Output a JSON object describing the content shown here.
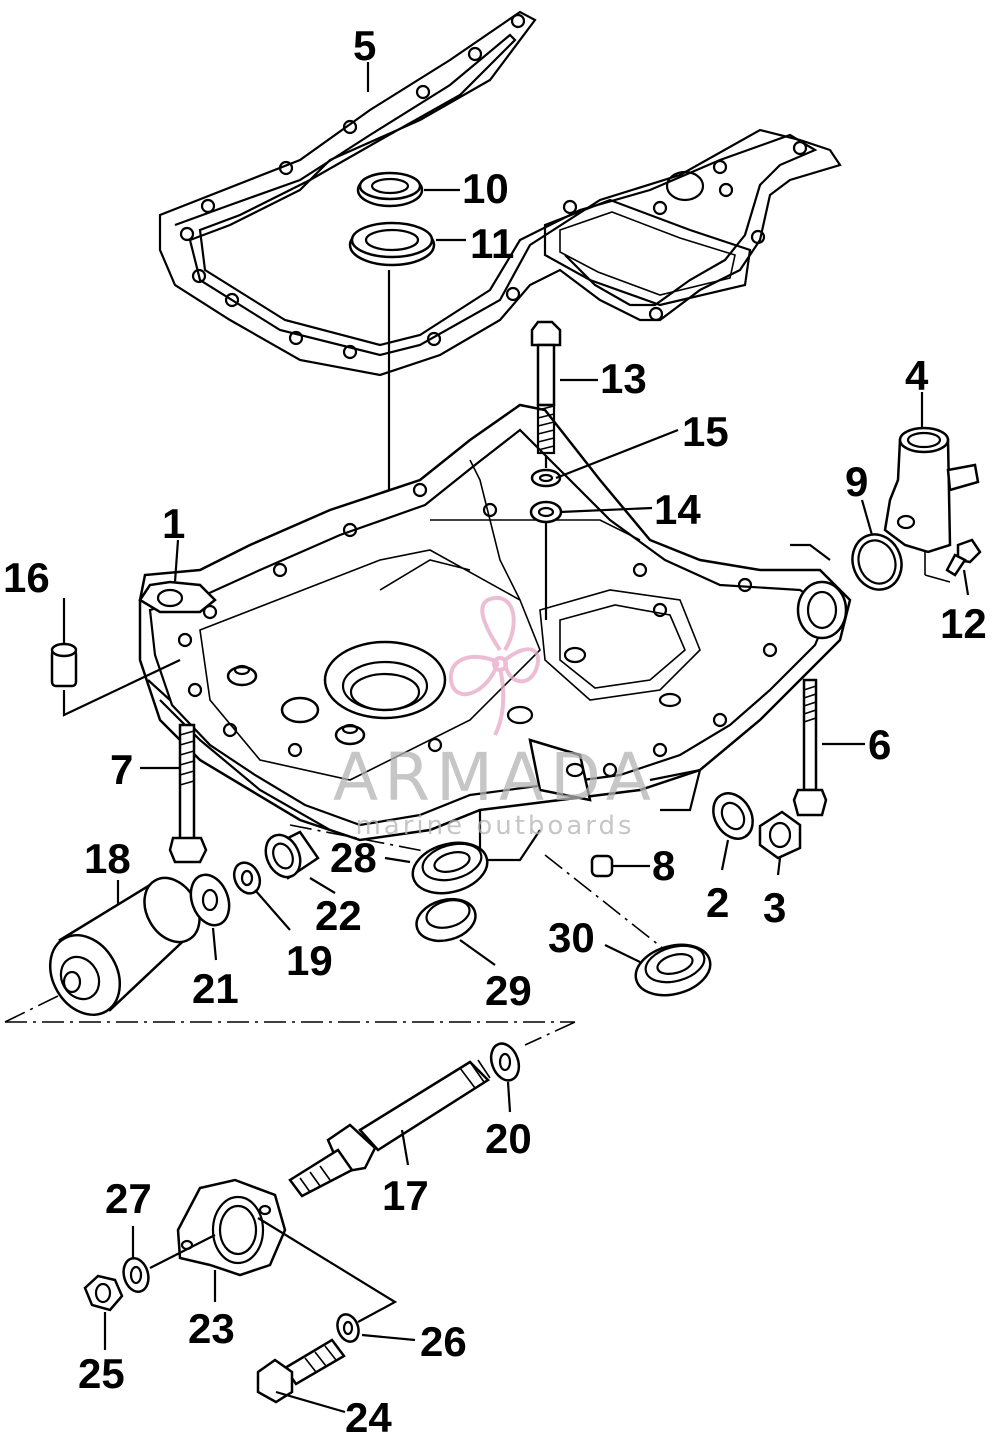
{
  "callouts": {
    "c1": "1",
    "c2": "2",
    "c3": "3",
    "c4": "4",
    "c5": "5",
    "c6": "6",
    "c7": "7",
    "c8": "8",
    "c9": "9",
    "c10": "10",
    "c11": "11",
    "c12": "12",
    "c13": "13",
    "c14": "14",
    "c15": "15",
    "c16": "16",
    "c17": "17",
    "c18": "18",
    "c19": "19",
    "c20": "20",
    "c21": "21",
    "c22": "22",
    "c23": "23",
    "c24": "24",
    "c25": "25",
    "c26": "26",
    "c27": "27",
    "c28": "28",
    "c29": "29",
    "c30": "30"
  },
  "watermark": {
    "brand": "ARMADA",
    "tagline": "marine outboards",
    "logo_color": "#e6a8c8",
    "text_color": "#b3b3b3"
  }
}
